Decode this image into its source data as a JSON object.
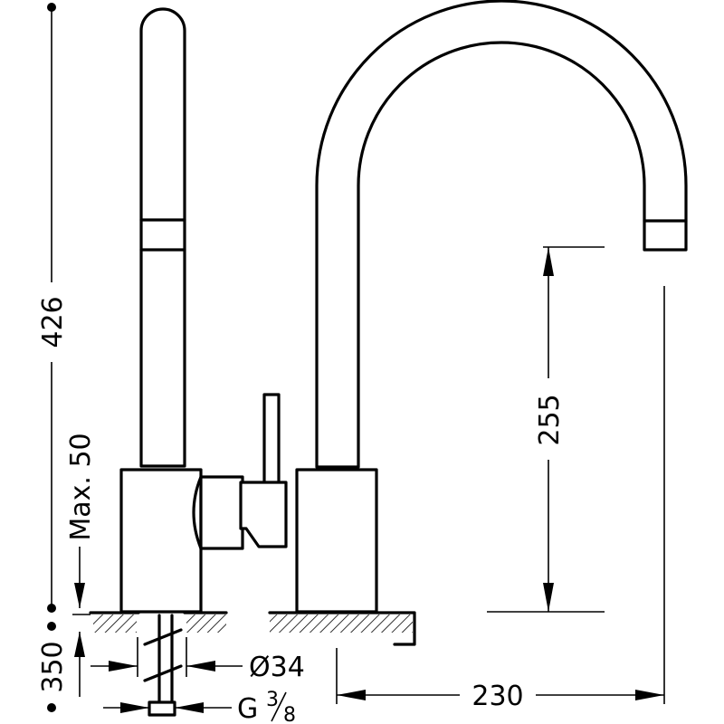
{
  "dimensions": {
    "total_height": "426",
    "max_deck_thickness": "Max. 50",
    "shank_length": "350",
    "spout_clearance": "255",
    "spout_reach": "230",
    "base_diameter": "Ø34",
    "connection_thread": "G",
    "thread_fraction_numerator": "3",
    "thread_fraction_denominator": "8"
  },
  "colors": {
    "line": "#000000",
    "background": "#ffffff"
  }
}
